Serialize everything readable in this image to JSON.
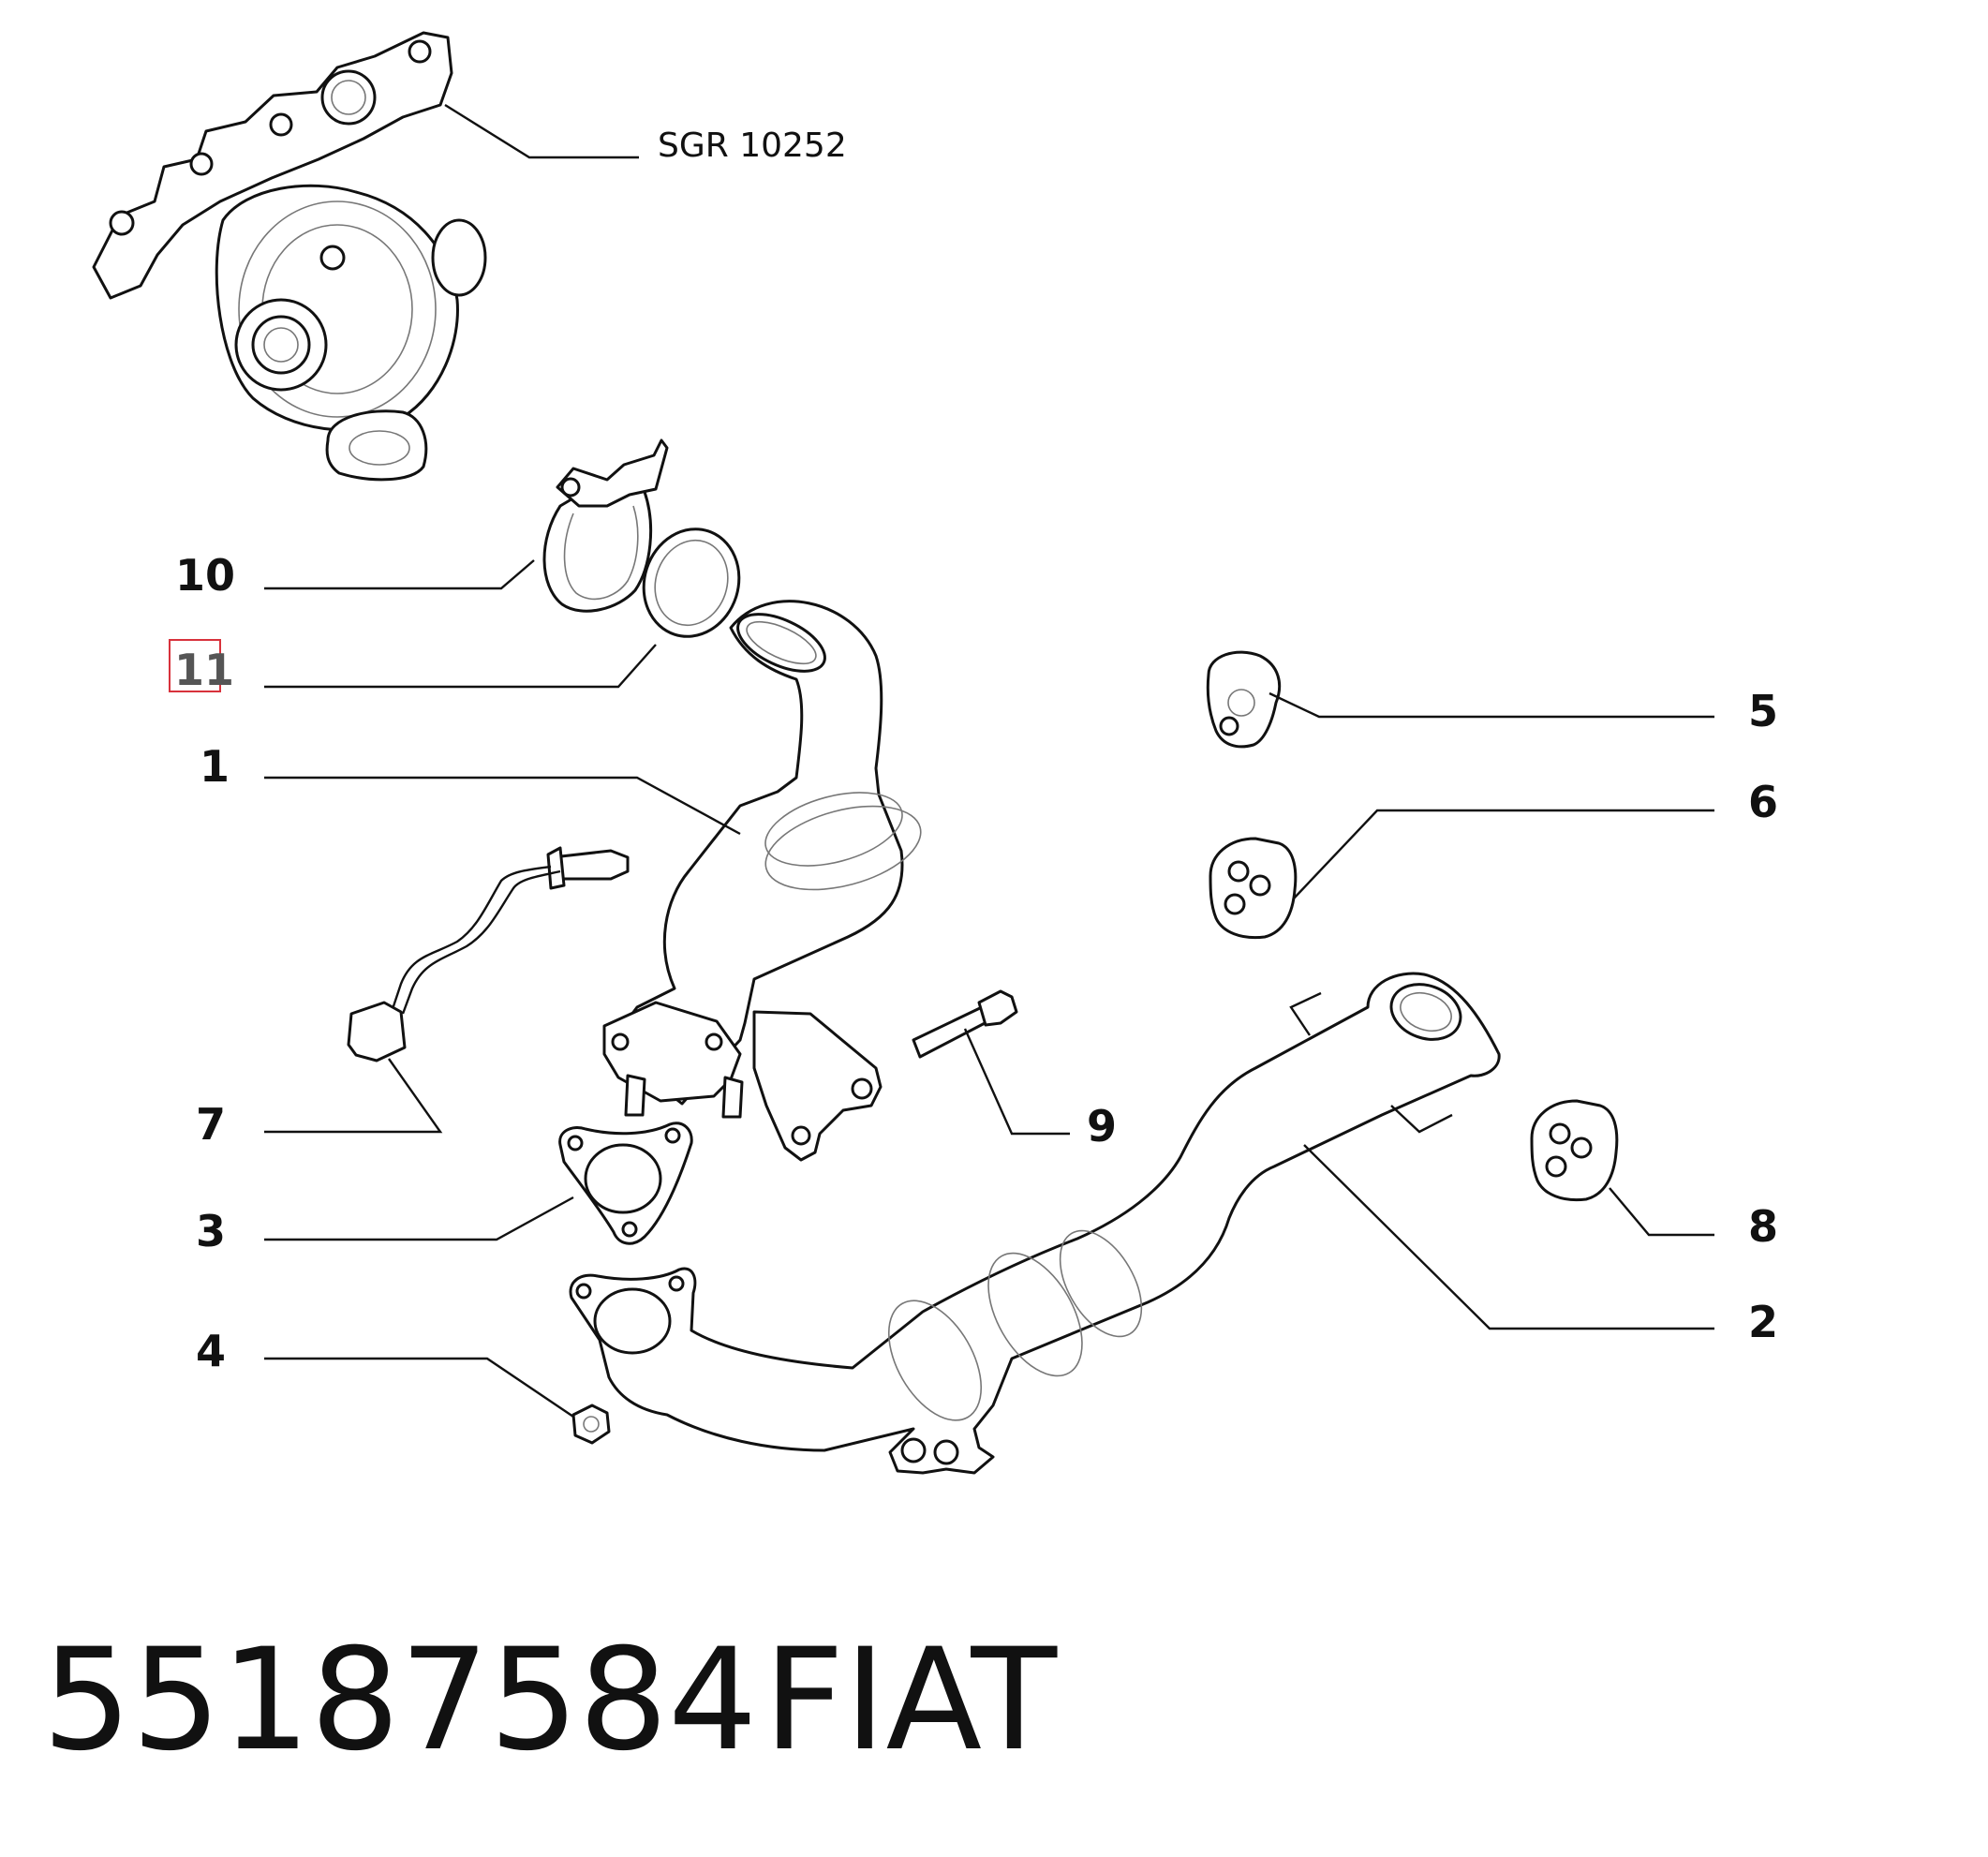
{
  "diagram": {
    "reference_label": "SGR 10252",
    "highlight_color": "#d8323c",
    "callouts": {
      "c1": "1",
      "c2": "2",
      "c3": "3",
      "c4": "4",
      "c5": "5",
      "c6": "6",
      "c7": "7",
      "c8": "8",
      "c9": "9",
      "c10": "10",
      "c11": "11"
    }
  },
  "footer": {
    "part_number": "55187584",
    "brand": "FIAT"
  }
}
